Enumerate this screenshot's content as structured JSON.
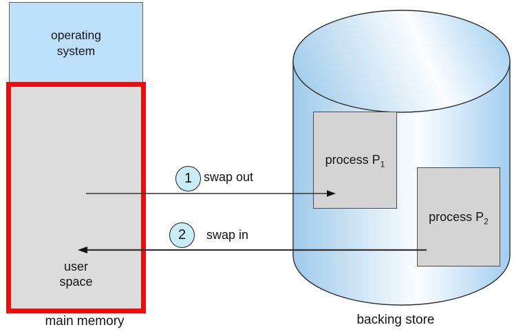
{
  "main_memory": {
    "os_box_label": "operating\nsystem",
    "user_space_label": "user\nspace",
    "caption": "main memory"
  },
  "backing_store": {
    "caption": "backing store",
    "process1": {
      "name": "process P",
      "sub": "1"
    },
    "process2": {
      "name": "process P",
      "sub": "2"
    }
  },
  "swap_out": {
    "step": "1",
    "label": "swap out"
  },
  "swap_in": {
    "step": "2",
    "label": "swap in"
  },
  "colors": {
    "os_box_fill": "#BEE1FB",
    "memory_fill": "#DCDCDC",
    "memory_border_red": "#F00A0A",
    "process_fill": "#D4D4D4",
    "cylinder_blue": "#9FCBEB",
    "cylinder_highlight": "#FBFDFF",
    "step_badge_fill": "#C9EDF7",
    "line_color": "#333333"
  }
}
